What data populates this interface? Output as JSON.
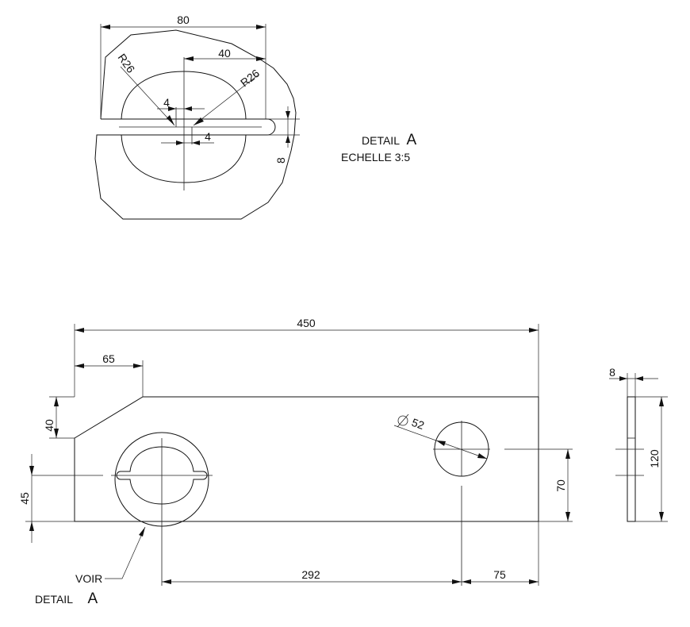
{
  "detail_view": {
    "dims": {
      "width_80": "80",
      "offset_40": "40",
      "radius_left": "R26",
      "radius_right": "R26",
      "slot_4_top": "4",
      "slot_4_bottom": "4",
      "slot_width_8": "8"
    },
    "title": {
      "word": "DETAIL",
      "letter": "A",
      "scale": "ECHELLE 3:5"
    }
  },
  "main_view": {
    "dims": {
      "length_450": "450",
      "chamfer_65": "65",
      "chamfer_40": "40",
      "center_45": "45",
      "hole_diameter": "52",
      "hole_height_70": "70",
      "spacing_292": "292",
      "edge_75": "75"
    },
    "callout": {
      "voir": "VOIR",
      "detail": "DETAIL",
      "letter": "A"
    }
  },
  "side_view": {
    "dims": {
      "thickness_8": "8",
      "height_120": "120"
    }
  },
  "symbols": {
    "diameter": "diameter-symbol"
  }
}
